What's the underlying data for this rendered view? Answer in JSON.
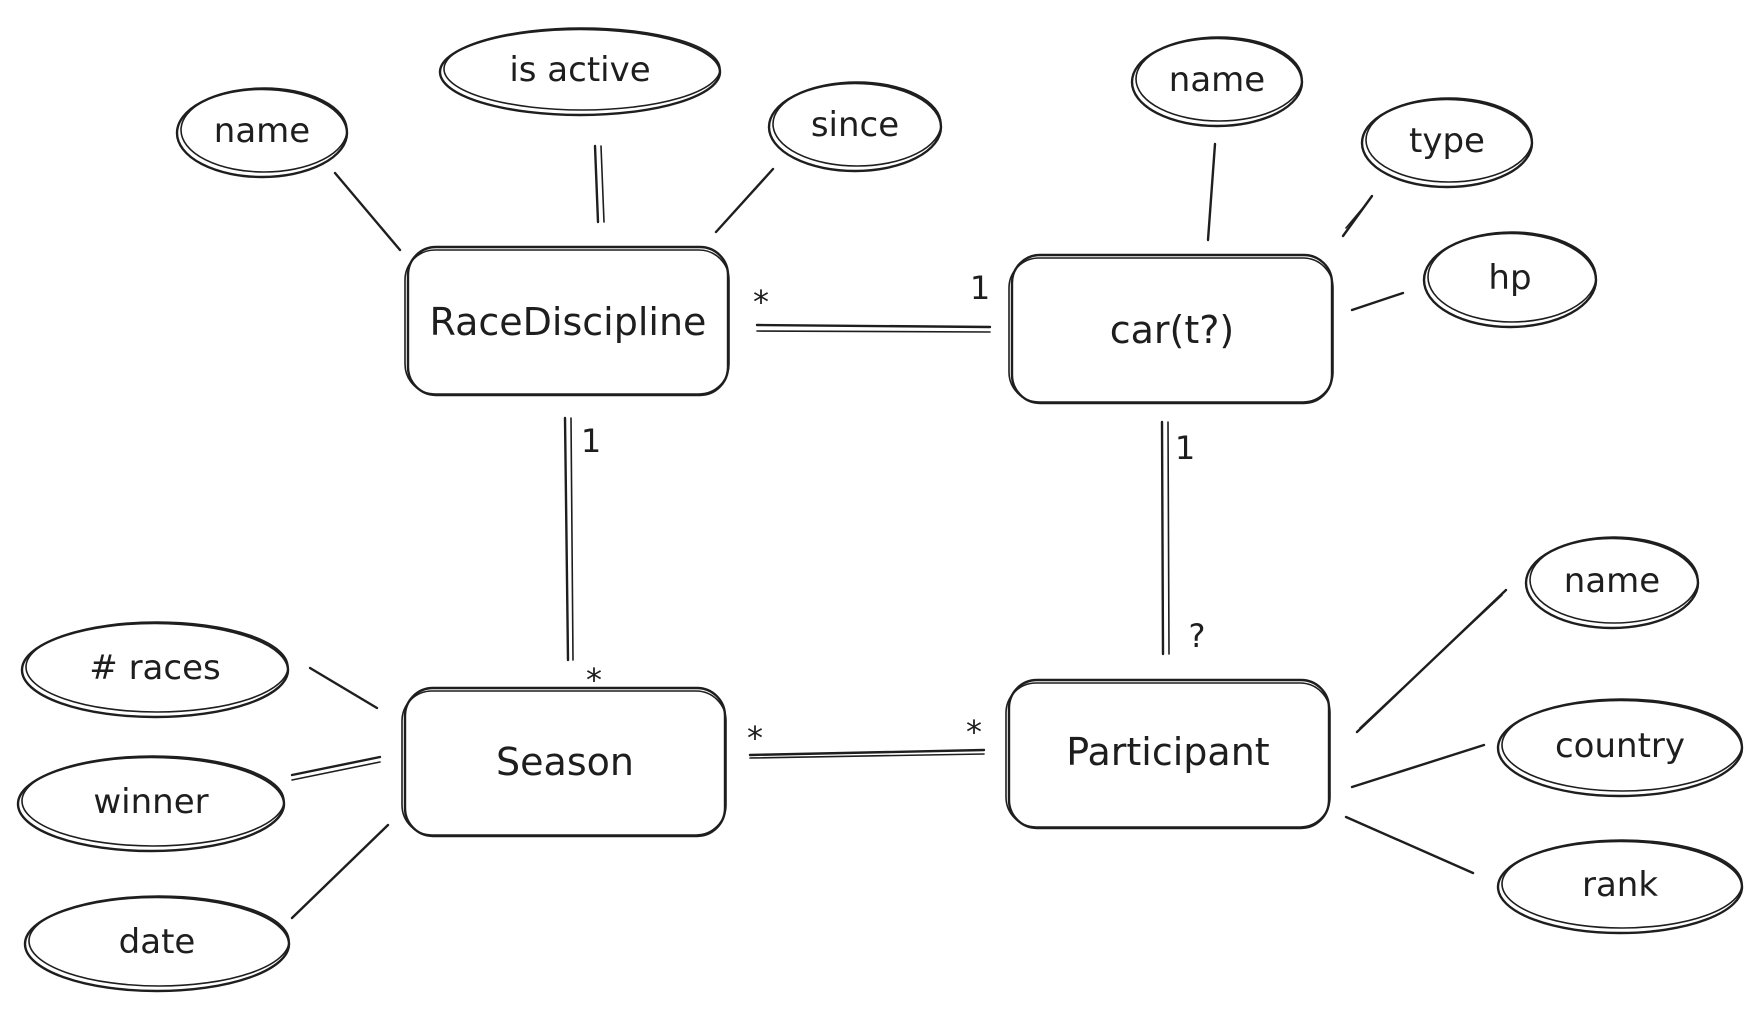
{
  "entities": {
    "race_discipline": "RaceDiscipline",
    "car": "car(t?)",
    "season": "Season",
    "participant": "Participant"
  },
  "attributes": {
    "race_discipline": {
      "name": "name",
      "is_active": "is active",
      "since": "since"
    },
    "car": {
      "name": "name",
      "type": "type",
      "hp": "hp"
    },
    "season": {
      "races": "# races",
      "winner": "winner",
      "date": "date"
    },
    "participant": {
      "name": "name",
      "country": "country",
      "rank": "rank"
    }
  },
  "cardinalities": {
    "race_car_race_end": "*",
    "race_car_car_end": "1",
    "race_season_race_end": "1",
    "race_season_season_end": "*",
    "car_participant_car_end": "1",
    "car_participant_participant_end": "?",
    "season_participant_season_end": "*",
    "season_participant_participant_end": "*"
  }
}
